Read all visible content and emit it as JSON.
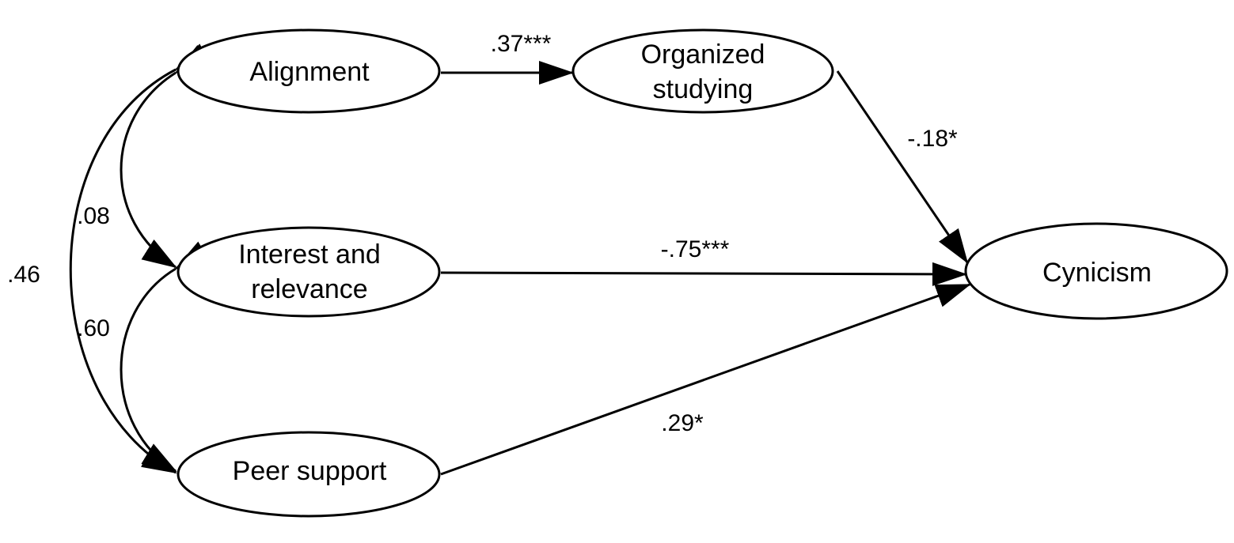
{
  "nodes": {
    "alignment": {
      "lines": [
        "Alignment"
      ]
    },
    "organized_studying": {
      "lines": [
        "Organized",
        "studying"
      ]
    },
    "interest_relevance": {
      "lines": [
        "Interest and",
        "relevance"
      ]
    },
    "peer_support": {
      "lines": [
        "Peer support"
      ]
    },
    "cynicism": {
      "lines": [
        "Cynicism"
      ]
    }
  },
  "paths": [
    {
      "from": "alignment",
      "to": "organized_studying",
      "coefficient": ".37***"
    },
    {
      "from": "organized_studying",
      "to": "cynicism",
      "coefficient": "-.18*"
    },
    {
      "from": "interest_relevance",
      "to": "cynicism",
      "coefficient": "-.75***"
    },
    {
      "from": "peer_support",
      "to": "cynicism",
      "coefficient": ".29*"
    }
  ],
  "correlations": [
    {
      "between": [
        "alignment",
        "interest_relevance"
      ],
      "coefficient": ".08"
    },
    {
      "between": [
        "interest_relevance",
        "peer_support"
      ],
      "coefficient": ".60"
    },
    {
      "between": [
        "alignment",
        "peer_support"
      ],
      "coefficient": ".46"
    }
  ],
  "colors": {
    "stroke": "#000000",
    "fill": "#ffffff",
    "text": "#000000"
  }
}
